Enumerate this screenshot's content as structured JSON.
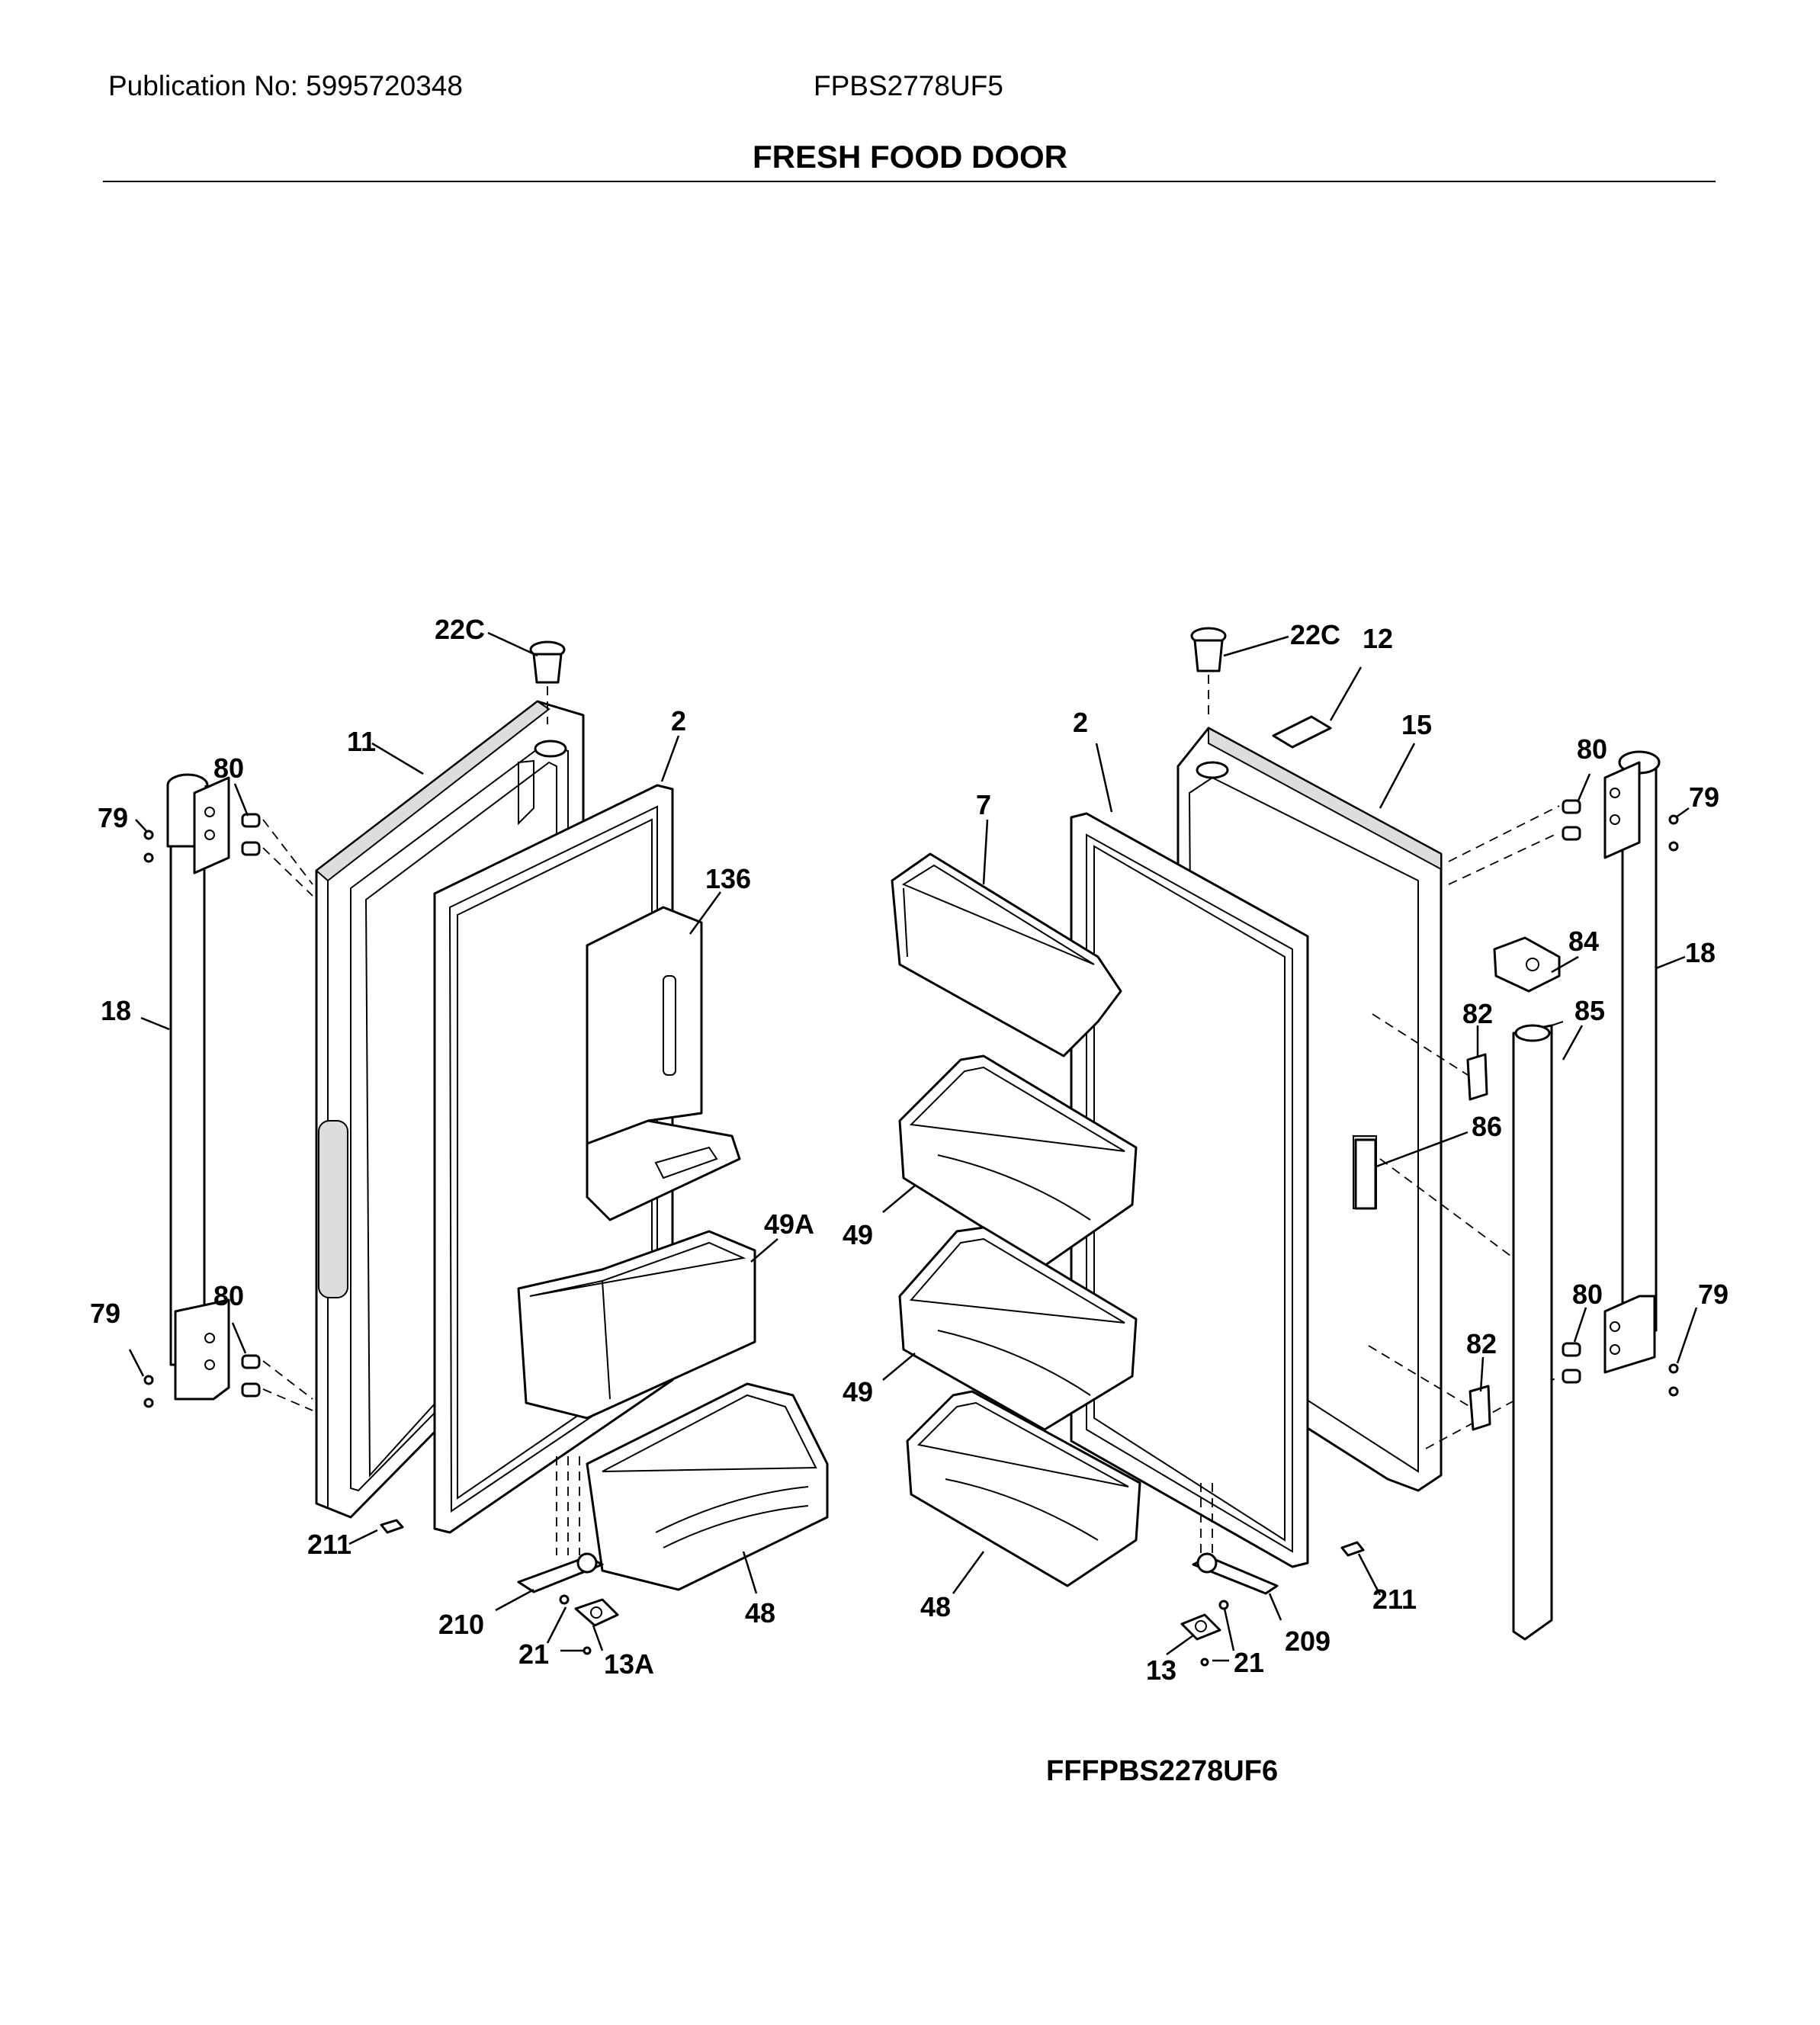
{
  "header": {
    "publication": "Publication No: 5995720348",
    "model": "FPBS2778UF5",
    "title": "FRESH FOOD DOOR"
  },
  "footer": {
    "code": "FFFPBS2278UF6"
  },
  "callouts": {
    "left_22c": "22C",
    "left_11": "11",
    "left_2": "2",
    "left_80_top": "80",
    "left_79_top": "79",
    "left_136": "136",
    "left_18": "18",
    "left_49a": "49A",
    "left_79_bottom": "79",
    "left_80_bottom": "80",
    "left_211": "211",
    "left_210": "210",
    "left_21": "21",
    "left_13a": "13A",
    "left_48": "48",
    "right_22c": "22C",
    "right_12": "12",
    "right_2": "2",
    "right_15": "15",
    "right_7": "7",
    "right_80_top": "80",
    "right_79_top": "79",
    "right_84": "84",
    "right_18": "18",
    "right_82_top": "82",
    "right_85": "85",
    "right_86": "86",
    "right_49_top": "49",
    "right_80_bottom": "80",
    "right_79_bottom": "79",
    "right_82_bottom": "82",
    "right_49_bottom": "49",
    "right_211": "211",
    "right_48": "48",
    "right_209": "209",
    "right_13": "13",
    "right_21": "21"
  }
}
